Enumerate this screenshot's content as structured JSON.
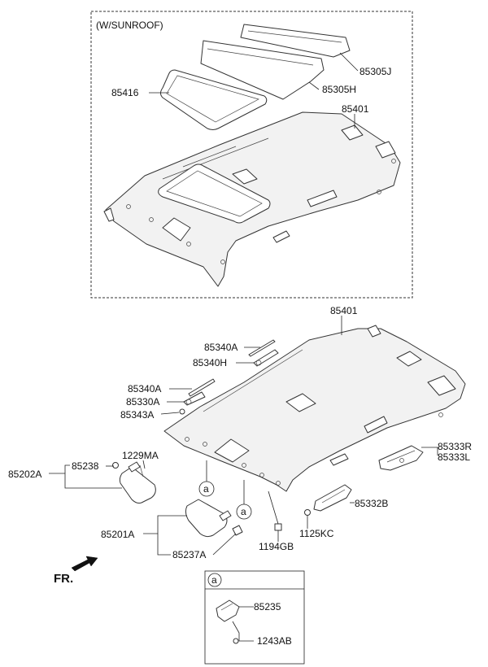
{
  "sunroof_box": {
    "title": "(W/SUNROOF)"
  },
  "labels": {
    "sr_85305J": "85305J",
    "sr_85305H": "85305H",
    "sr_85416": "85416",
    "sr_85401": "85401",
    "m_85401": "85401",
    "m_85340A_1": "85340A",
    "m_85340H": "85340H",
    "m_85340A_2": "85340A",
    "m_85330A": "85330A",
    "m_85343A": "85343A",
    "m_85238": "85238",
    "m_1229MA": "1229MA",
    "m_85202A": "85202A",
    "m_85201A": "85201A",
    "m_85237A": "85237A",
    "m_85333R": "85333R",
    "m_85333L": "85333L",
    "m_85332B": "85332B",
    "m_1125KC": "1125KC",
    "m_1194GB": "1194GB",
    "inset_85235": "85235",
    "inset_1243AB": "1243AB"
  },
  "callouts": {
    "a1": "a",
    "a2": "a",
    "inset": "a"
  },
  "direction": {
    "label": "FR."
  }
}
